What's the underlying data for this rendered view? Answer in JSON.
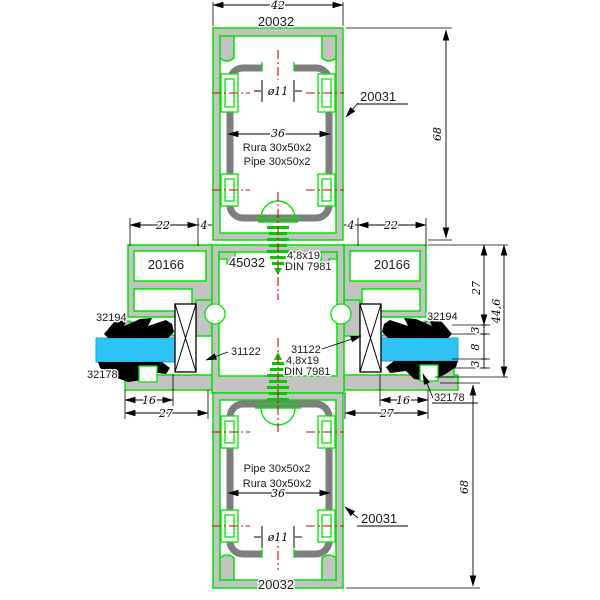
{
  "drawing": {
    "parts": {
      "cover_top": "20032",
      "mullion_top": "20031",
      "bead_left": "20166",
      "transom": "45032",
      "bead_right": "20166",
      "gasket_outer_left": "32194",
      "gasket_outer_right": "32194",
      "glazing_block_left": "31122",
      "glazing_block_right": "31122",
      "gasket_inner_left": "32178",
      "gasket_inner_right": "32178",
      "mullion_bottom": "20031",
      "cover_bottom": "20032"
    },
    "screws": {
      "size_top": "4,8x19",
      "din_top": "DIN 7981",
      "size_bottom": "4,8x19",
      "din_bottom": "DIN 7981"
    },
    "pipes": {
      "top_line1": "Rura 30x50x2",
      "top_line2": "Pipe 30x50x2",
      "bottom_line1": "Pipe 30x50x2",
      "bottom_line2": "Rura 30x50x2"
    },
    "dims": {
      "width_top": "42",
      "height_top": "68",
      "hole_top": "ø11",
      "inner_top": "36",
      "left_a": "22",
      "left_b": "4",
      "right_b": "4",
      "right_a": "22",
      "rebate_depth": "27",
      "gasket_a": "3",
      "glass_thickness": "8",
      "gasket_b": "3",
      "total_depth": "44,6",
      "left_16": "16",
      "left_27": "27",
      "right_16": "16",
      "right_27": "27",
      "height_bottom": "68",
      "inner_bottom": "36",
      "hole_bottom": "ø11"
    },
    "colors": {
      "outline": "#00e400",
      "aluminum": "#c3c3c3",
      "steel_pipe": "#7e7e7e",
      "glass": "#2fc2f5",
      "centerline": "#dd0000",
      "gasket": "#000000"
    }
  }
}
